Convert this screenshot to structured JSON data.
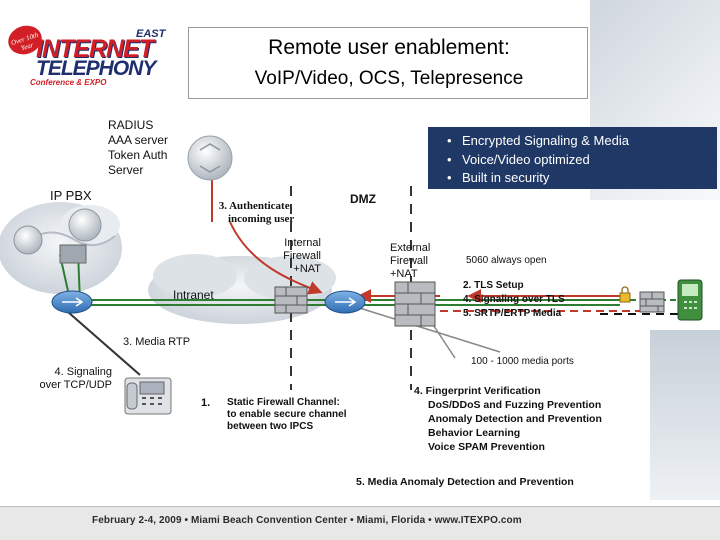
{
  "logo": {
    "badge": "Over 10th Year",
    "east": "EAST",
    "internet": "INTERNET",
    "telephony": "TELEPHONY",
    "conference": "Conference & EXPO"
  },
  "title": {
    "line1": "Remote user enablement:",
    "line2": "VoIP/Video, OCS, Telepresence"
  },
  "features": [
    "Encrypted Signaling & Media",
    "Voice/Video optimized",
    "Built in security"
  ],
  "labels": {
    "radius": [
      "RADIUS",
      "AAA server",
      "Token Auth",
      "Server"
    ],
    "ip_pbx": "IP PBX",
    "dmz": "DMZ",
    "authenticate": [
      "3. Authenticate",
      "incoming user"
    ],
    "internal_firewall": [
      "Internal",
      "Firewall",
      "+NAT"
    ],
    "external_firewall": [
      "External",
      "Firewall",
      "+NAT"
    ],
    "port_5060": "5060 always open",
    "tls_steps": [
      "2. TLS Setup",
      "4. Signaling over TLS",
      "5. SRTP/ERTP Media"
    ],
    "intranet": "Intranet",
    "media_rtp": "3. Media RTP",
    "signaling_tcp": [
      "4. Signaling",
      "over TCP/UDP"
    ],
    "media_ports": "100 - 1000 media ports",
    "step1_num": "1.",
    "static_channel": [
      "Static Firewall Channel:",
      "to enable secure channel",
      "between two IPCS"
    ],
    "fingerprint": [
      "4. Fingerprint Verification",
      "DoS/DDoS and Fuzzing Prevention",
      "Anomaly Detection and Prevention",
      "Behavior Learning",
      "Voice SPAM Prevention"
    ],
    "media_anomaly": "5. Media Anomaly Detection and Prevention"
  },
  "footer": "February 2-4, 2009  •  Miami Beach Convention Center  •  Miami, Florida  •  www.ITEXPO.com",
  "colors": {
    "feature_box": "#1f3866",
    "green_line": "#2e7d32",
    "red_arrow": "#c0392b",
    "cloud": "#dfe3e8"
  },
  "icons": [
    "server-icon",
    "router-icon",
    "firewall-icon",
    "ip-phone-icon",
    "mobile-phone-icon",
    "globe-icon"
  ]
}
